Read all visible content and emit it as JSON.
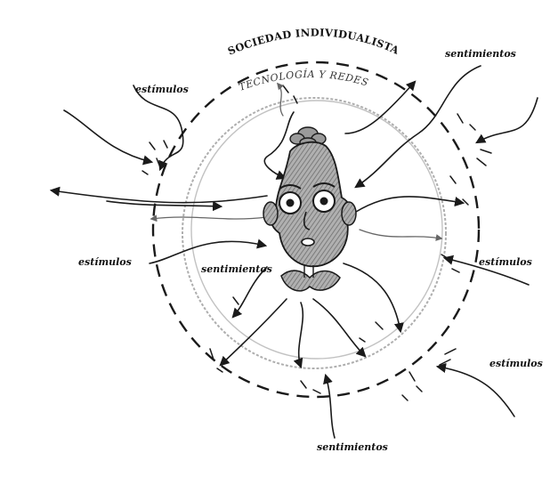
{
  "diagram": {
    "outer_ring_label": "SOCIEDAD INDIVIDUALISTA",
    "inner_ring_label": "TECNOLOGÍA Y REDES",
    "labels": {
      "estimulos_top_left": "estímulos",
      "estimulos_left": "estímulos",
      "estimulos_right": "estímulos",
      "estimulos_bottom_right": "estímulos",
      "sentimientos_top_right": "sentimientos",
      "sentimientos_center": "sentimientos",
      "sentimientos_bottom": "sentimientos"
    },
    "colors": {
      "ink": "#1a1a1a",
      "face_shading": "#8a8a8a",
      "ring_grey": "#9a9a9a"
    }
  }
}
